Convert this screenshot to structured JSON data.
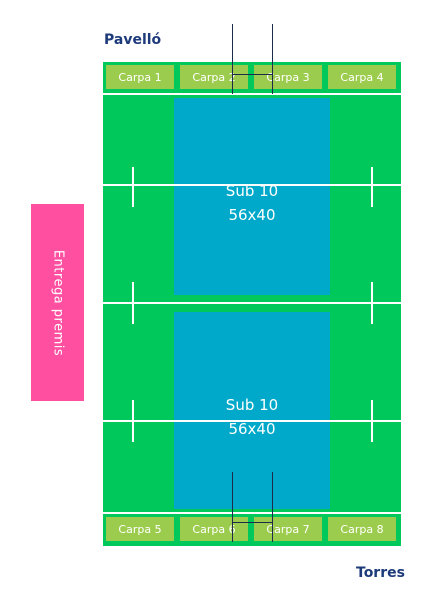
{
  "labels": {
    "top": "Pavelló",
    "bottom": "Torres"
  },
  "carpas_top": [
    "Carpa 1",
    "Carpa 2",
    "Carpa 3",
    "Carpa 4"
  ],
  "carpas_bottom": [
    "Carpa 5",
    "Carpa 6",
    "Carpa 7",
    "Carpa 8"
  ],
  "zones": [
    {
      "category": "Sub 10",
      "size": "56x40"
    },
    {
      "category": "Sub 10",
      "size": "56x40"
    }
  ],
  "side_box": {
    "text": "Entrega premis"
  },
  "colors": {
    "field": "#00c85a",
    "carpa": "#9ccc4d",
    "zone": "#00a9c9",
    "side_box": "#ff4fa1",
    "label": "#1d3a7a"
  }
}
